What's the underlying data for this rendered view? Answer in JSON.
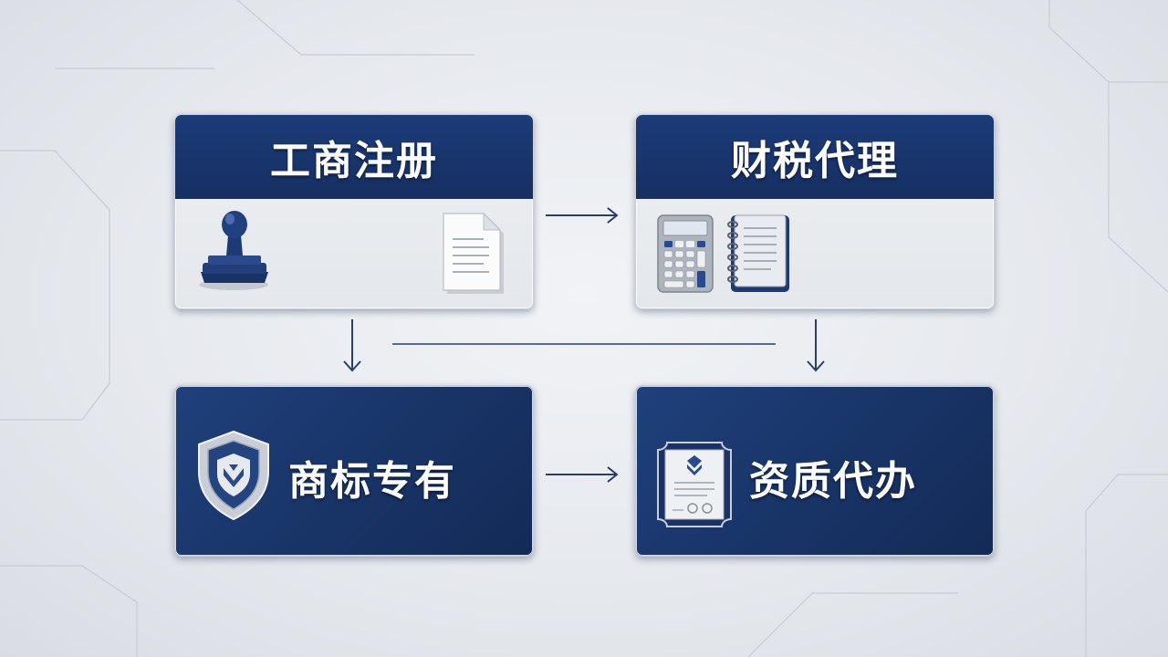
{
  "nodes": {
    "business_registration": {
      "label": "工商注册",
      "icons": [
        "stamp-icon",
        "document-icon"
      ]
    },
    "tax_agency": {
      "label": "财税代理",
      "icons": [
        "calculator-icon",
        "notebook-icon"
      ]
    },
    "trademark": {
      "label": "商标专有",
      "icons": [
        "shield-icon"
      ]
    },
    "qualification": {
      "label": "资质代办",
      "icons": [
        "certificate-icon"
      ]
    }
  },
  "edges": [
    {
      "from": "business_registration",
      "to": "tax_agency"
    },
    {
      "from": "business_registration",
      "to": "trademark"
    },
    {
      "from": "tax_agency",
      "to": "qualification"
    },
    {
      "from": "trademark",
      "to": "qualification"
    }
  ],
  "colors": {
    "navy": "#1a3770",
    "background": "#e6e9ee",
    "card_light": "#eceef1"
  }
}
